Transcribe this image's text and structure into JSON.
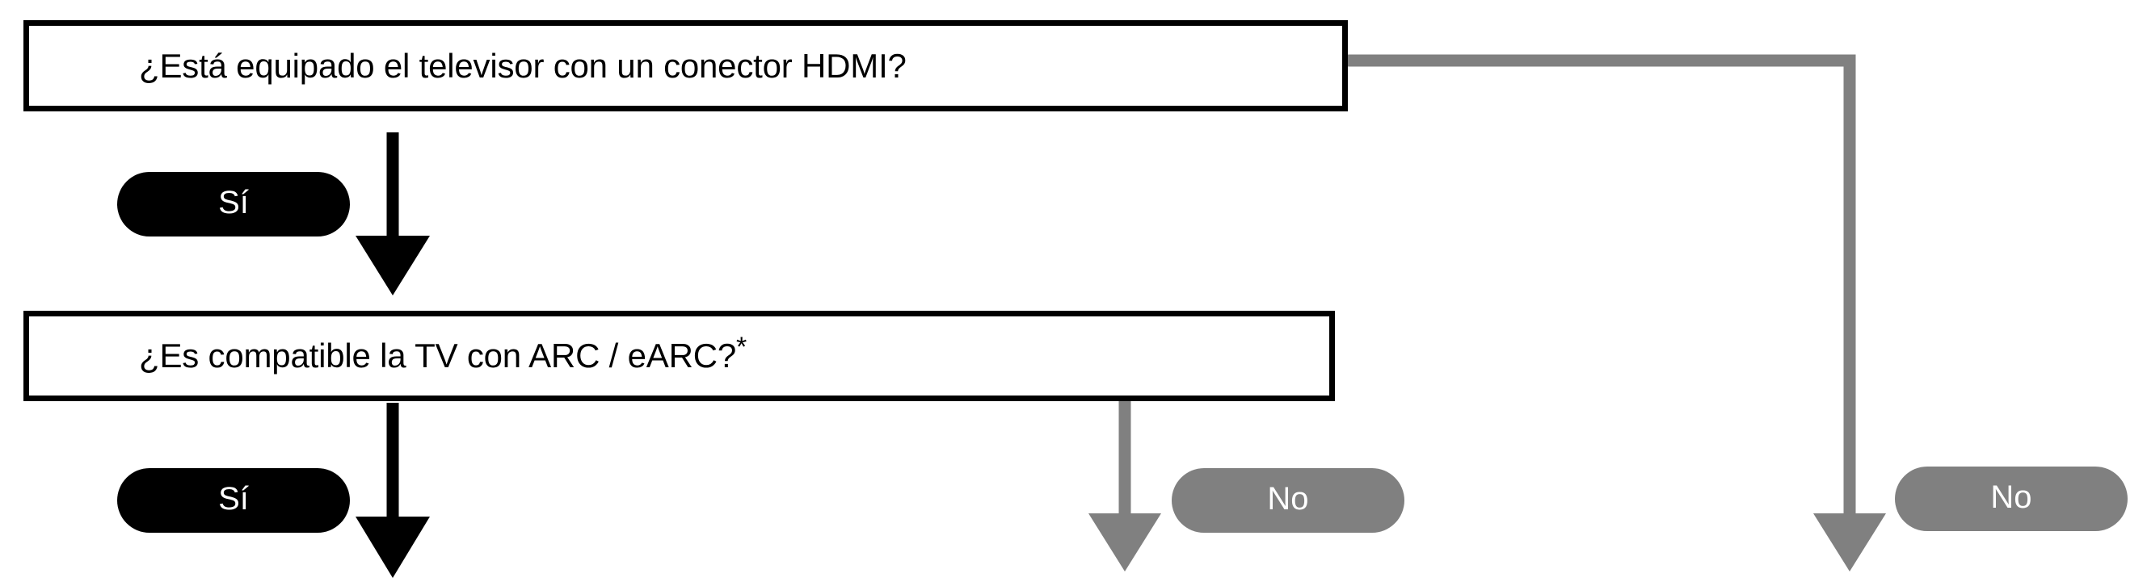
{
  "diagram": {
    "title_text": "",
    "background": "#ffffff",
    "colors": {
      "box_border": "#000000",
      "box_fill": "#ffffff",
      "yes_pill": "#000000",
      "no_pill": "#808080",
      "yes_arrow": "#000000",
      "no_arrow": "#808080",
      "pill_text": "#ffffff",
      "box_text": "#000000"
    },
    "nodes": [
      {
        "id": "box-hdmi",
        "type": "decision-box",
        "text": "¿Está equipado el televisor con un conector HDMI?",
        "footnote_marker": ""
      },
      {
        "id": "box-arc",
        "type": "decision-box",
        "text": "¿Es compatible la TV con ARC / eARC?",
        "footnote_marker": "*"
      }
    ],
    "labels": [
      {
        "id": "pill-yes-1",
        "text": "Sí",
        "branch": "yes",
        "from": "box-hdmi"
      },
      {
        "id": "pill-yes-2",
        "text": "Sí",
        "branch": "yes",
        "from": "box-arc"
      },
      {
        "id": "pill-no-1",
        "text": "No",
        "branch": "no",
        "from": "box-arc"
      },
      {
        "id": "pill-no-2",
        "text": "No",
        "branch": "no",
        "from": "box-hdmi"
      }
    ],
    "edges": [
      {
        "id": "edge-yes-hdmi",
        "from": "box-hdmi",
        "to": "box-arc",
        "branch": "yes",
        "color": "#000000",
        "style": "straight-down-arrow"
      },
      {
        "id": "edge-yes-arc",
        "from": "box-arc",
        "to": "below",
        "branch": "yes",
        "color": "#000000",
        "style": "straight-down-arrow"
      },
      {
        "id": "edge-no-arc",
        "from": "box-arc",
        "to": "below",
        "branch": "no",
        "color": "#808080",
        "style": "straight-down-arrow"
      },
      {
        "id": "edge-no-hdmi",
        "from": "box-hdmi",
        "to": "far-right",
        "branch": "no",
        "color": "#808080",
        "style": "right-then-down-arrow"
      }
    ]
  }
}
